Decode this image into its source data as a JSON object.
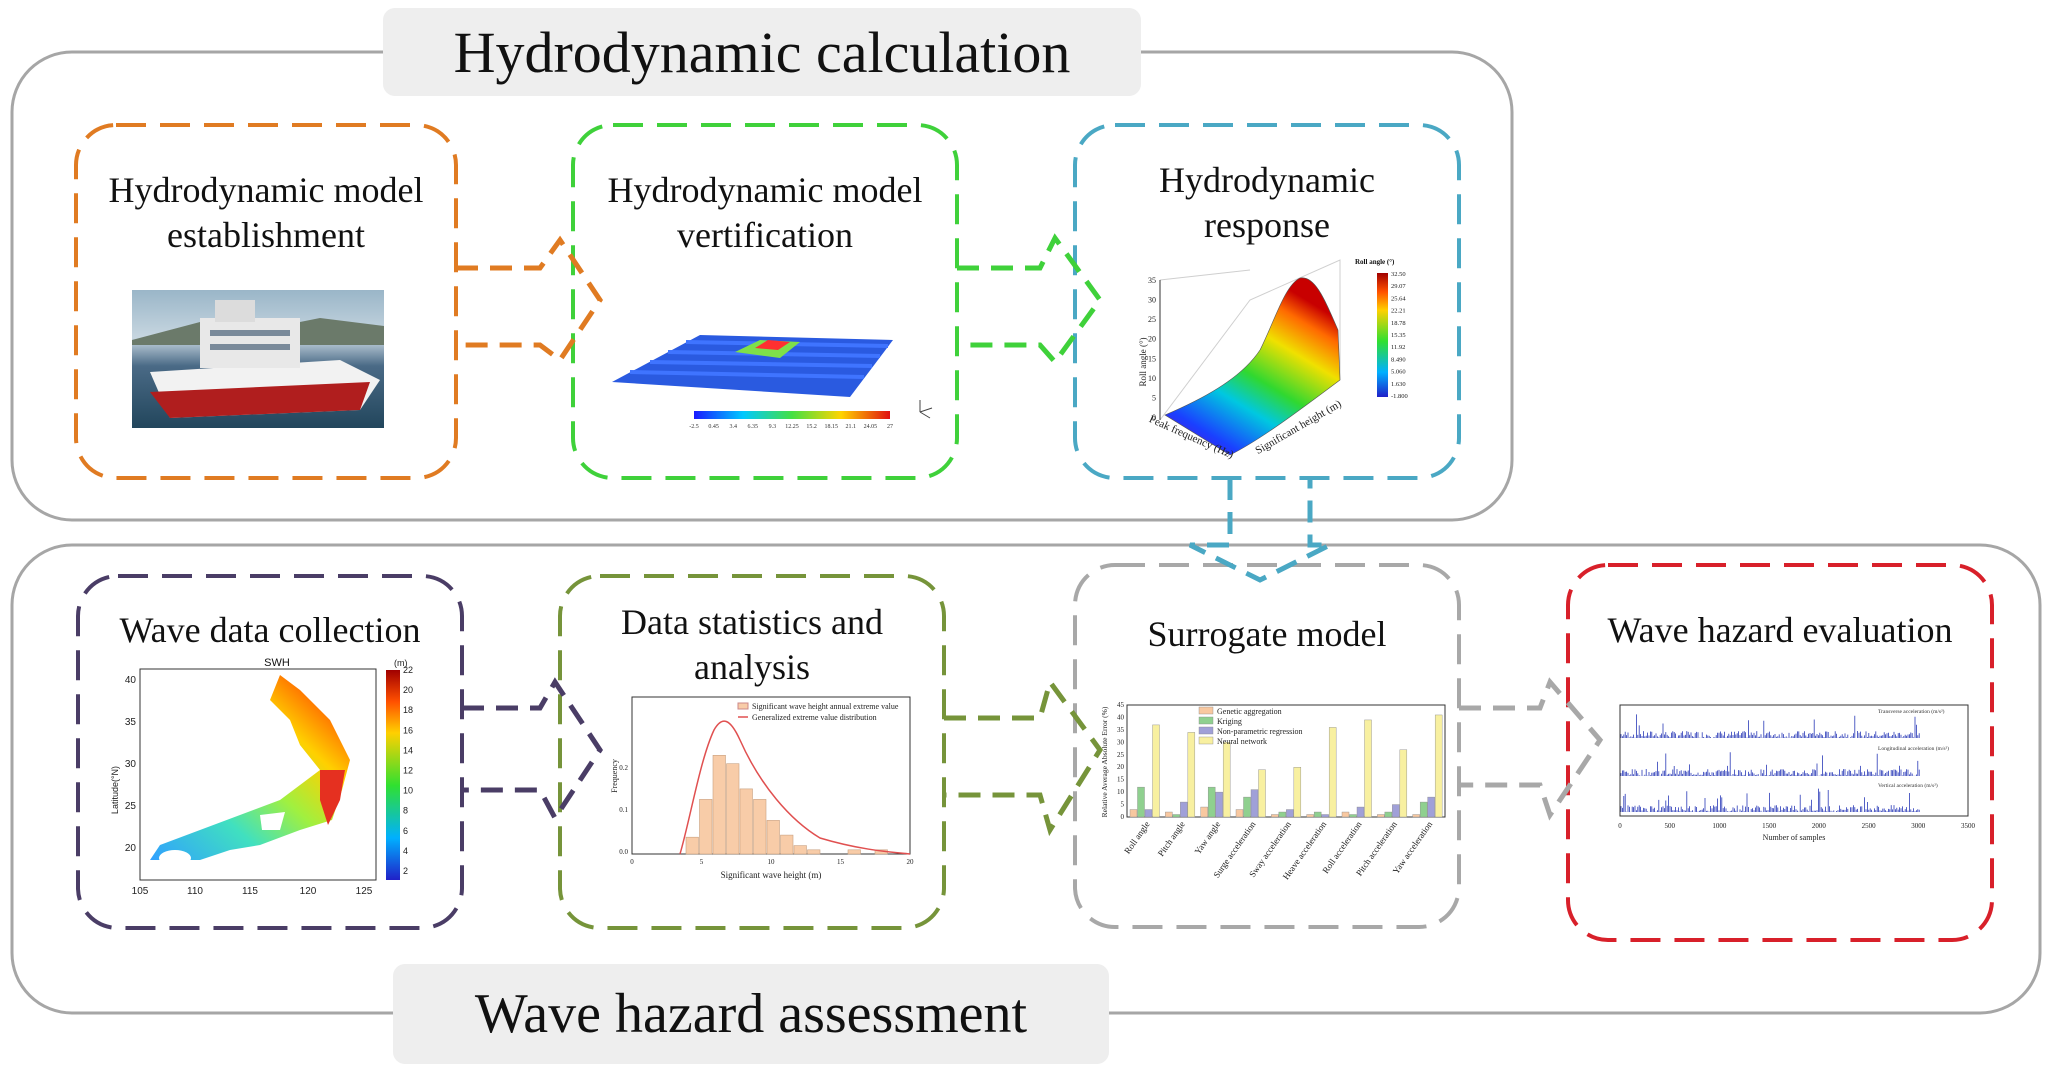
{
  "titles": {
    "top": "Hydrodynamic calculation",
    "bottom": "Wave hazard assessment"
  },
  "boxes": {
    "establishment": "Hydrodynamic model establishment",
    "verification": "Hydrodynamic model vertification",
    "response": "Hydrodynamic response",
    "wave_data": "Wave data collection",
    "statistics": "Data statistics and analysis",
    "surrogate": "Surrogate model",
    "evaluation": "Wave hazard evaluation"
  },
  "colors": {
    "establishment": "#e07b22",
    "verification": "#3fd13a",
    "response": "#4aa8c4",
    "wave_data": "#4a3d66",
    "statistics": "#76943a",
    "surrogate": "#a8a8a8",
    "evaluation": "#d8202a",
    "outer": "#a6a6a6"
  },
  "thumbnails": {
    "verification_colorbar_ticks": [
      "-2.5",
      "0.45",
      "3.4",
      "6.35",
      "9.3",
      "12.25",
      "15.2",
      "18.15",
      "21.1",
      "24.05",
      "27"
    ],
    "response": {
      "colorbar_title": "Roll angle (°)",
      "colorbar_ticks": [
        "32.50",
        "29.07",
        "25.64",
        "22.21",
        "18.78",
        "15.35",
        "11.92",
        "8.490",
        "5.060",
        "1.630",
        "-1.800"
      ],
      "z_label": "Roll angle (°)",
      "z_ticks": [
        "35",
        "30",
        "25",
        "20",
        "15",
        "10",
        "5",
        "0"
      ],
      "x_label": "Peak frequency (Hz)",
      "y_label": "Significant height (m)"
    },
    "wave_map": {
      "title": "SWH",
      "ylabel": "Latitude(°N)",
      "yticks": [
        "40",
        "35",
        "30",
        "25",
        "20"
      ],
      "xticks": [
        "105",
        "110",
        "115",
        "120",
        "125"
      ],
      "colorbar_unit": "(m)",
      "colorbar_ticks": [
        "22",
        "20",
        "18",
        "16",
        "14",
        "12",
        "10",
        "8",
        "6",
        "4",
        "2"
      ]
    },
    "statistics": {
      "legend": [
        "Significant wave height annual extreme value",
        "Generalized extreme value distribution"
      ],
      "xlabel": "Significant wave height (m)",
      "ylabel": "Frequency",
      "xticks": [
        "0",
        "5",
        "10",
        "15",
        "20"
      ],
      "yticks": [
        "0.0",
        "0.1",
        "0.2"
      ]
    },
    "surrogate": {
      "ylabel": "Relative Average Absolute Error (%)",
      "legend": [
        "Genetic aggregation",
        "Kriging",
        "Non-parametric regression",
        "Neural network"
      ],
      "categories": [
        "Roll angle",
        "Pitch angle",
        "Yaw angle",
        "Surge acceleration",
        "Sway acceleration",
        "Heave acceleration",
        "Roll acceleration",
        "Pitch acceleration",
        "Yaw acceleration"
      ],
      "yticks": [
        "0",
        "5",
        "10",
        "15",
        "20",
        "25",
        "30",
        "35",
        "40",
        "45"
      ]
    },
    "evaluation": {
      "series": [
        "Transverse acceleration (m/s²)",
        "Longitudinal acceleration (m/s²)",
        "Vertical acceleration (m/s²)"
      ],
      "xlabel": "Number of samples",
      "xticks": [
        "0",
        "500",
        "1000",
        "1500",
        "2000",
        "2500",
        "3000",
        "3500"
      ]
    }
  }
}
